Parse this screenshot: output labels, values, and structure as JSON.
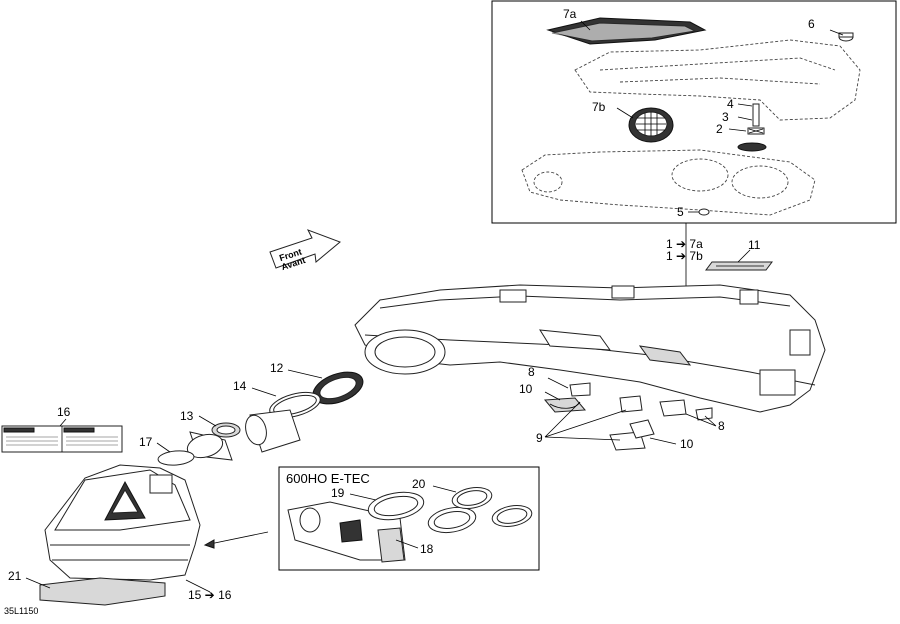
{
  "diagram": {
    "front_label_line1": "Front",
    "front_label_line2": "Avant",
    "inset_title": "600HO E-TEC",
    "drawing_code": "35L1150",
    "labels": {
      "p7a_top": "7a",
      "p6": "6",
      "p7b": "7b",
      "p4": "4",
      "p3": "3",
      "p2": "2",
      "p5": "5",
      "ref_7a": "1 ➔ 7a",
      "ref_7b": "1 ➔ 7b",
      "p11": "11",
      "p12": "12",
      "p14": "14",
      "p13": "13",
      "p8a": "8",
      "p10a": "10",
      "p9": "9",
      "p10b": "10",
      "p8b": "8",
      "p16": "16",
      "p17": "17",
      "p20": "20",
      "p19": "19",
      "p18": "18",
      "p21": "21",
      "ref_15_16": "15 ➔ 16"
    }
  },
  "colors": {
    "line": "#222222",
    "fill_dark": "#333333",
    "fill_gray": "#d8d8d8"
  }
}
